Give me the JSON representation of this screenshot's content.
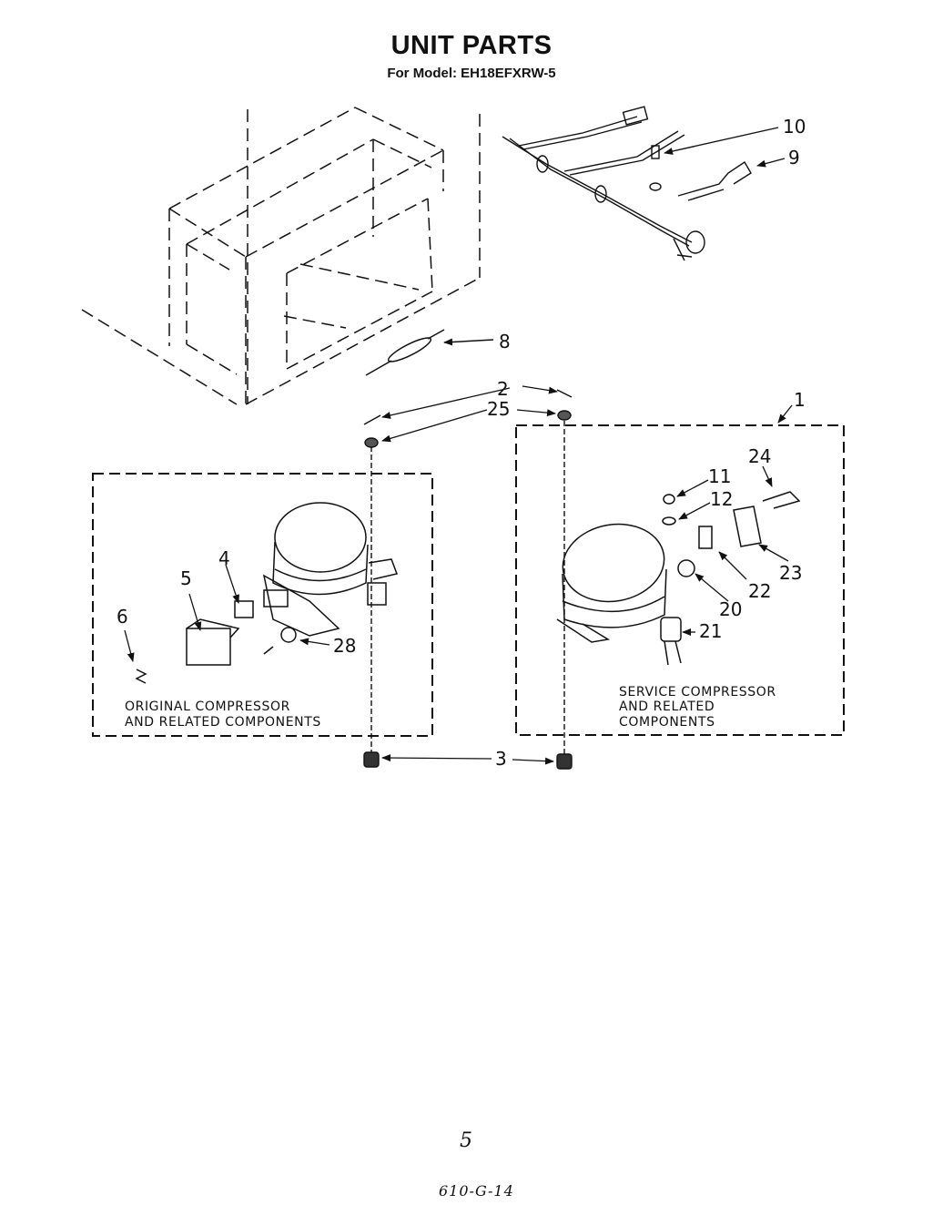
{
  "title": "UNIT PARTS",
  "subtitle": "For Model: EH18EFXRW-5",
  "callouts": {
    "c1": "1",
    "c2": "2",
    "c3": "3",
    "c4": "4",
    "c5": "5",
    "c6": "6",
    "c8": "8",
    "c9": "9",
    "c10": "10",
    "c11": "11",
    "c12": "12",
    "c20": "20",
    "c21": "21",
    "c22": "22",
    "c23": "23",
    "c24": "24",
    "c25": "25",
    "c28": "28"
  },
  "original_box": {
    "line1": "ORIGINAL COMPRESSOR",
    "line2": "AND RELATED COMPONENTS"
  },
  "service_box": {
    "line1": "SERVICE COMPRESSOR",
    "line2": "AND RELATED",
    "line3": "COMPONENTS"
  },
  "page_number": "5",
  "handwritten_note": "610-G-14"
}
